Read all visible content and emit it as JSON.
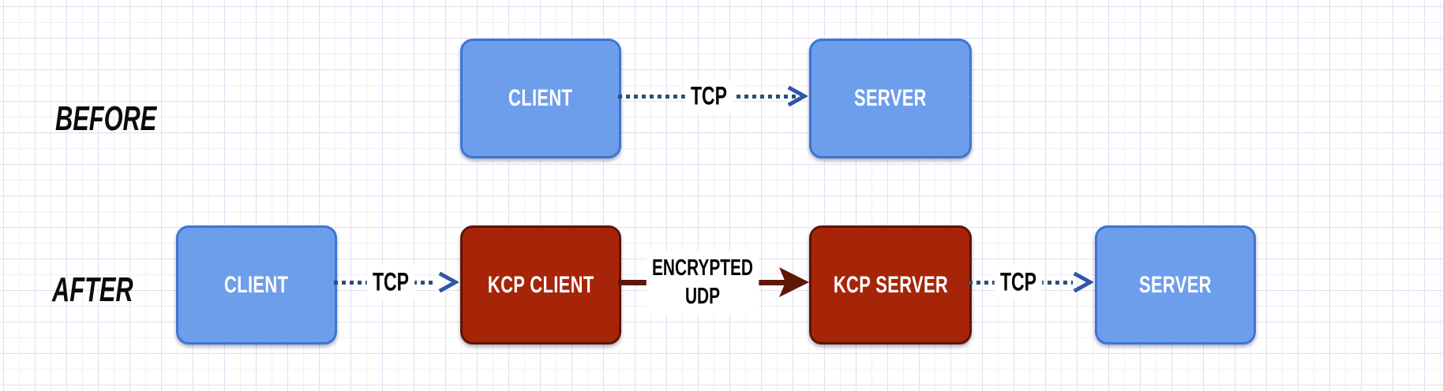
{
  "diagram": {
    "colors": {
      "grid_minor": "#f0eefa",
      "grid_major": "#e2ddf2",
      "blue_fill": "#6d9eeb",
      "blue_border": "#3b76d4",
      "red_fill": "#a62509",
      "red_border": "#5b1405",
      "dotted_arrow": "#2e4d7b",
      "dotted_head": "#2f57a8",
      "red_arrow": "#5e1605"
    },
    "before": {
      "row_label": "BEFORE",
      "client": "CLIENT",
      "server": "SERVER",
      "tcp_label": "TCP"
    },
    "after": {
      "row_label": "AFTER",
      "client": "CLIENT",
      "kcp_client": "KCP CLIENT",
      "kcp_server": "KCP SERVER",
      "server": "SERVER",
      "tcp_label_1": "TCP",
      "tcp_label_2": "TCP",
      "udp_label_line1": "ENCRYPTED",
      "udp_label_line2": "UDP"
    }
  }
}
